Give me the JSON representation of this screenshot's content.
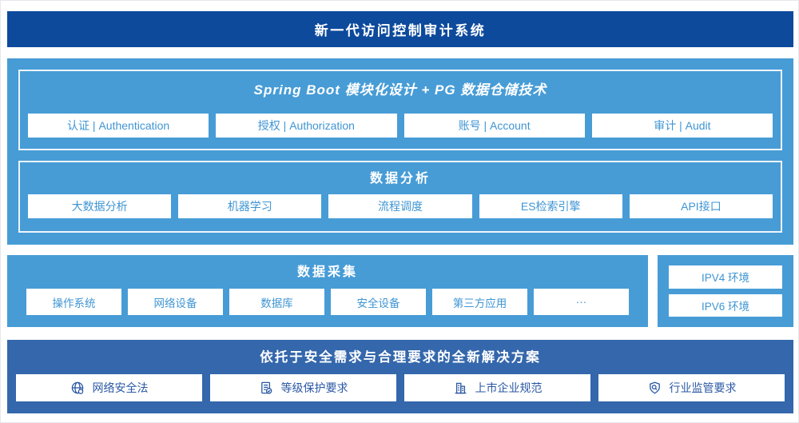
{
  "banner": {
    "title": "新一代访问控制审计系统"
  },
  "platform": {
    "modules_section": {
      "title": "Spring Boot 模块化设计 + PG 数据仓储技术",
      "items": [
        "认证 | Authentication",
        "授权 | Authorization",
        "账号 | Account",
        "审计 | Audit"
      ]
    },
    "analysis_section": {
      "title": "数据分析",
      "items": [
        "大数据分析",
        "机器学习",
        "流程调度",
        "ES检索引擎",
        "API接口"
      ]
    }
  },
  "collection": {
    "title": "数据采集",
    "items": [
      "操作系统",
      "网络设备",
      "数据库",
      "安全设备",
      "第三方应用",
      "···"
    ]
  },
  "network": {
    "items": [
      "IPV4 环境",
      "IPV6 环境"
    ]
  },
  "solution": {
    "title": "依托于安全需求与合理要求的全新解决方案",
    "items": [
      {
        "icon": "globe-icon",
        "label": "网络安全法"
      },
      {
        "icon": "document-check-icon",
        "label": "等级保护要求"
      },
      {
        "icon": "building-icon",
        "label": "上市企业规范"
      },
      {
        "icon": "shield-search-icon",
        "label": "行业监管要求"
      }
    ]
  },
  "colors": {
    "banner_blue": "#0d4a9c",
    "light_blue": "#479cd6",
    "solution_blue": "#3467ac",
    "box_text_blue": "#3f95d3",
    "solution_text_blue": "#2a58a4"
  }
}
